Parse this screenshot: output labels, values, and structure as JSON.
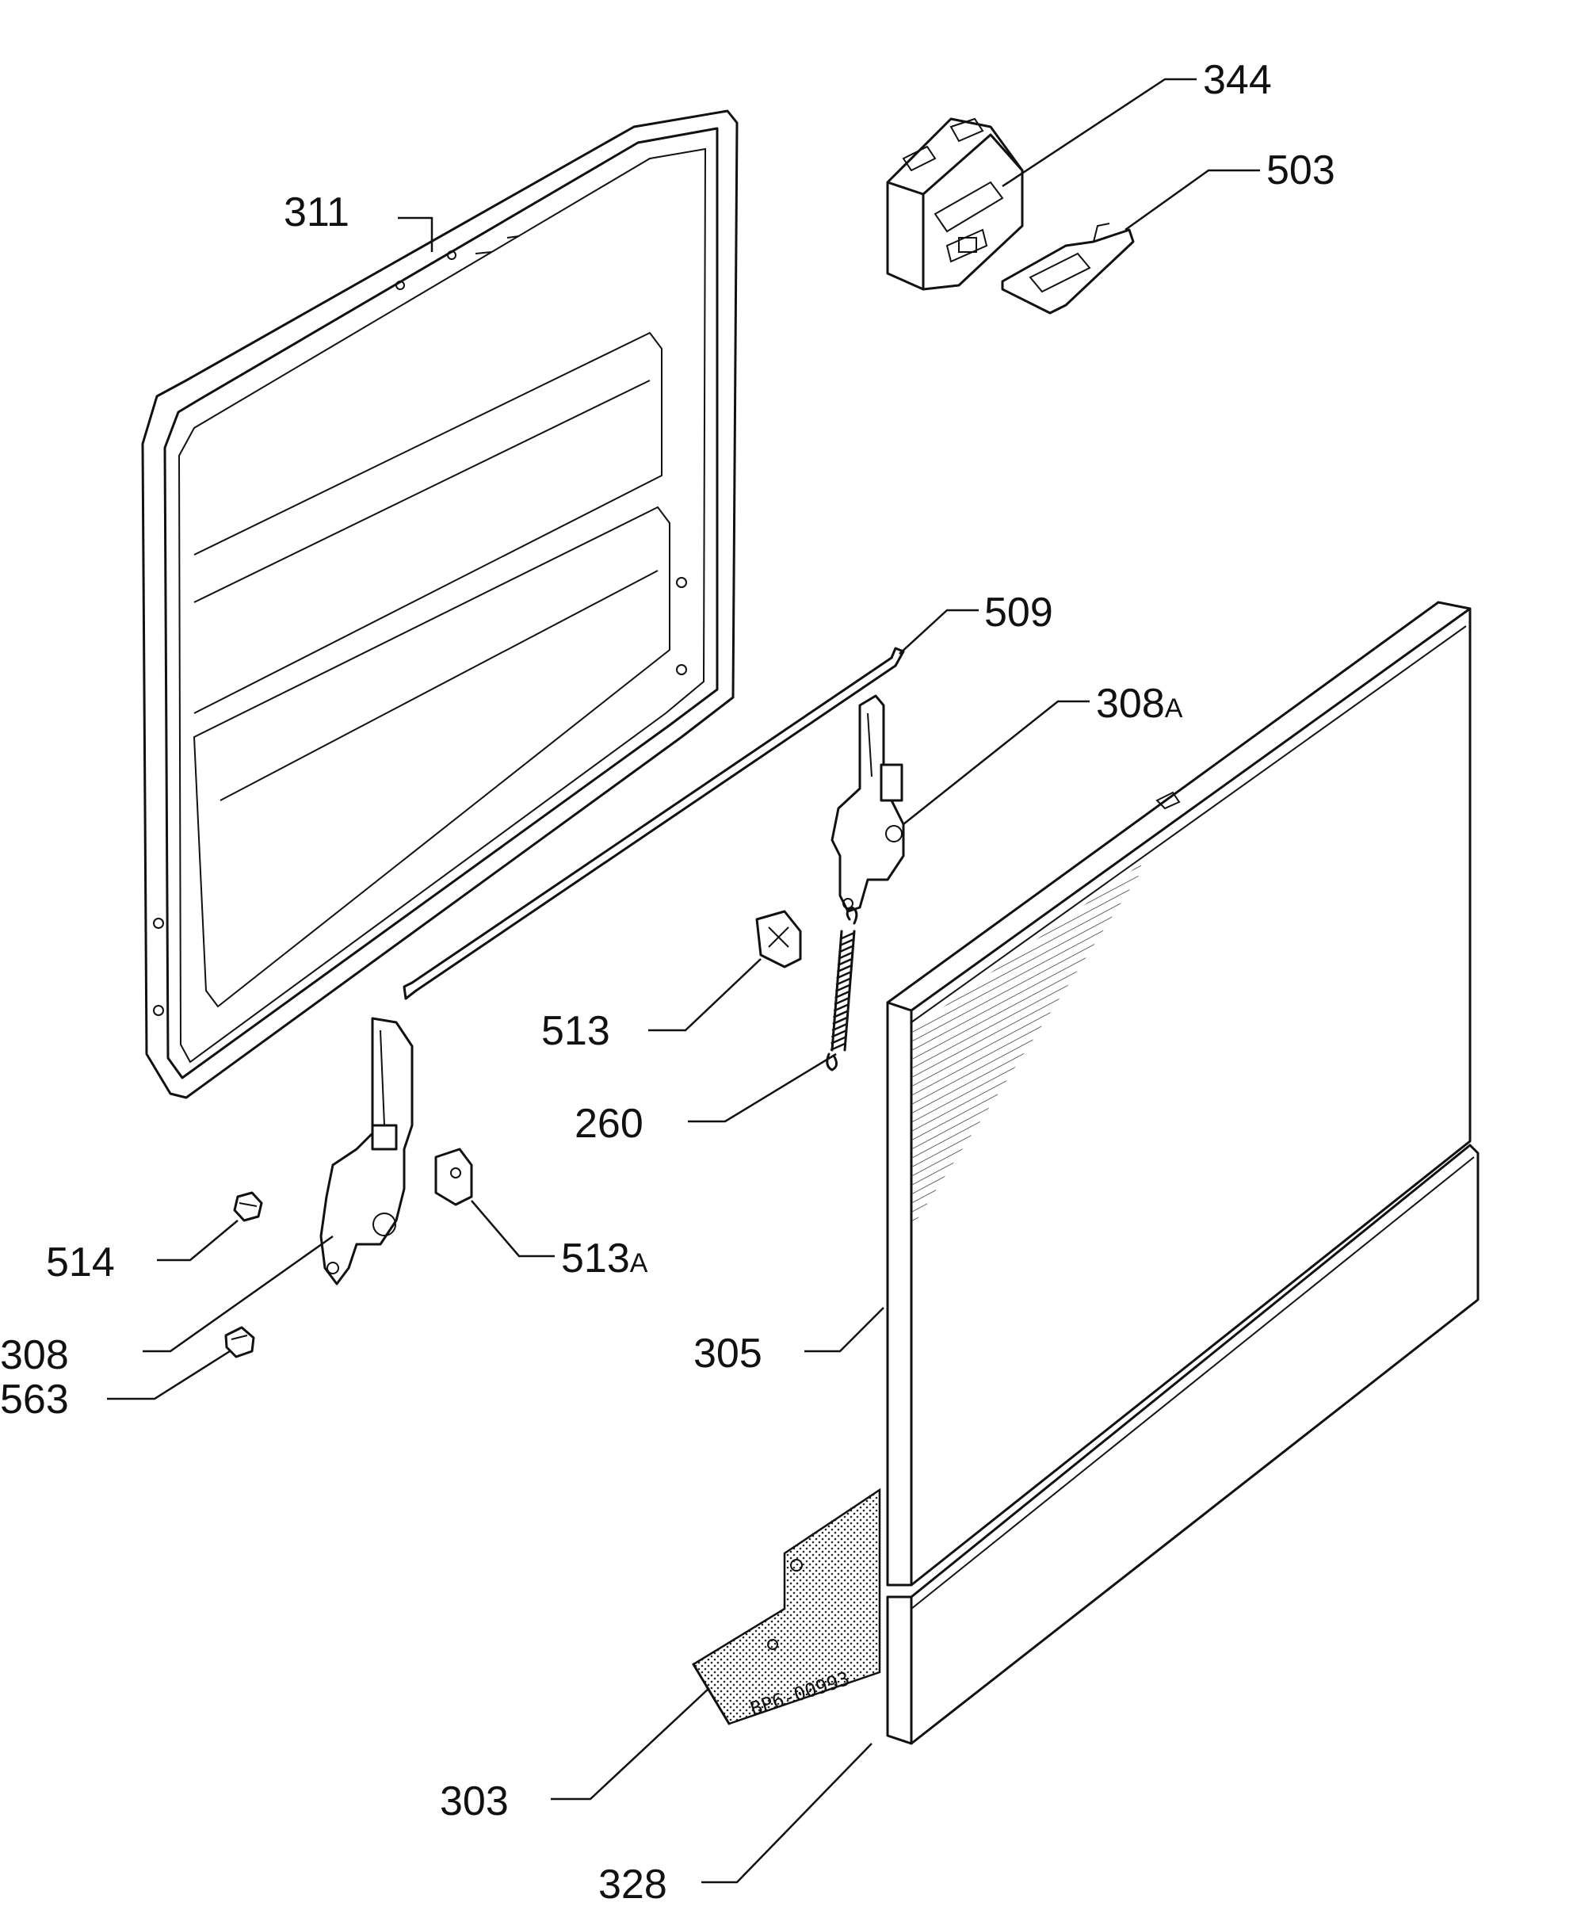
{
  "diagram": {
    "labels": {
      "p311": "311",
      "p344": "344",
      "p503": "503",
      "p509": "509",
      "p308a": "308",
      "p308a_suffix": "A",
      "p513": "513",
      "p260": "260",
      "p514": "514",
      "p513a": "513",
      "p513a_suffix": "A",
      "p308": "308",
      "p563": "563",
      "p305": "305",
      "p303": "303",
      "p328": "328"
    },
    "stamp": "BP6-00993"
  }
}
